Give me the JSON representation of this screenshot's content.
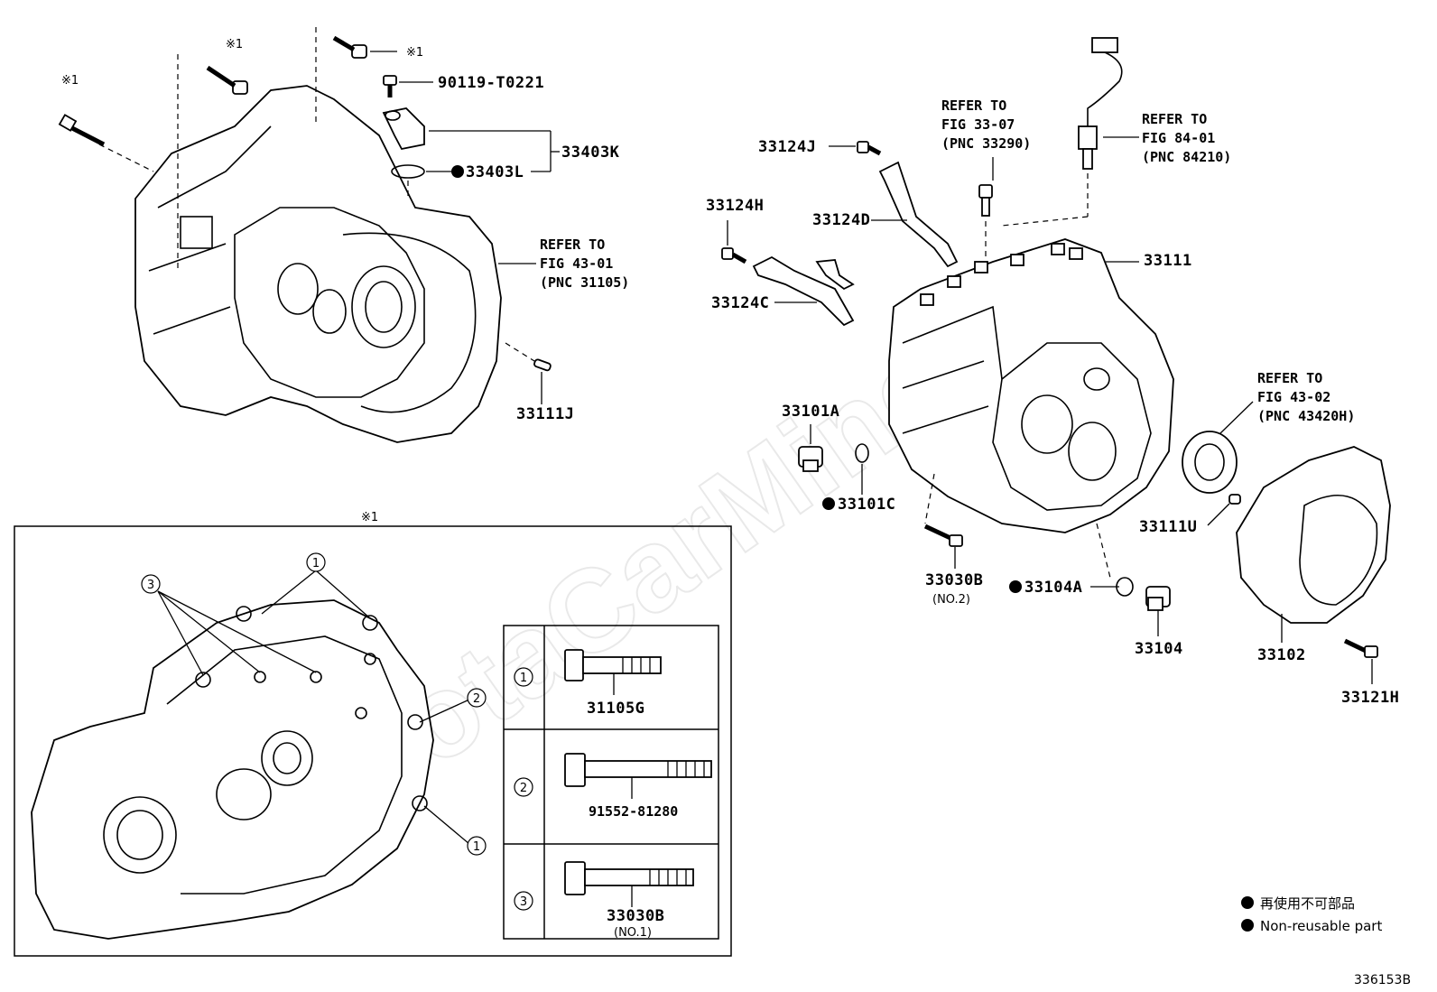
{
  "watermark": "ToyotaCarMine.ru",
  "note_mark": "※1",
  "labels": {
    "p90119": "90119-T0221",
    "p33403K": "33403K",
    "p33403L": "33403L",
    "refer_a_1": "REFER TO",
    "refer_a_2": "FIG 43-01",
    "refer_a_3": "(PNC 31105)",
    "p33111J": "33111J",
    "p33124J": "33124J",
    "refer_b_1": "REFER TO",
    "refer_b_2": "FIG 33-07",
    "refer_b_3": "(PNC 33290)",
    "refer_c_1": "REFER TO",
    "refer_c_2": "FIG 84-01",
    "refer_c_3": "(PNC 84210)",
    "p33124H": "33124H",
    "p33124D": "33124D",
    "p33111": "33111",
    "p33124C": "33124C",
    "p33101A": "33101A",
    "p33101C": "33101C",
    "refer_d_1": "REFER TO",
    "refer_d_2": "FIG 43-02",
    "refer_d_3": "(PNC 43420H)",
    "p33111U": "33111U",
    "p33030B": "33030B",
    "p33030B_sub": "(NO.2)",
    "p33104A": "33104A",
    "p33104": "33104",
    "p33102": "33102",
    "p33121H": "33121H"
  },
  "inset": {
    "callouts": [
      "1",
      "2",
      "3"
    ],
    "bolt_table": [
      {
        "ref": "1",
        "part": "31105G",
        "sub": ""
      },
      {
        "ref": "2",
        "part": "91552-81280",
        "sub": ""
      },
      {
        "ref": "3",
        "part": "33030B",
        "sub": "(NO.1)"
      }
    ]
  },
  "legend": {
    "jp": "再使用不可部品",
    "en": "Non-reusable part"
  },
  "figure_id": "336153B"
}
